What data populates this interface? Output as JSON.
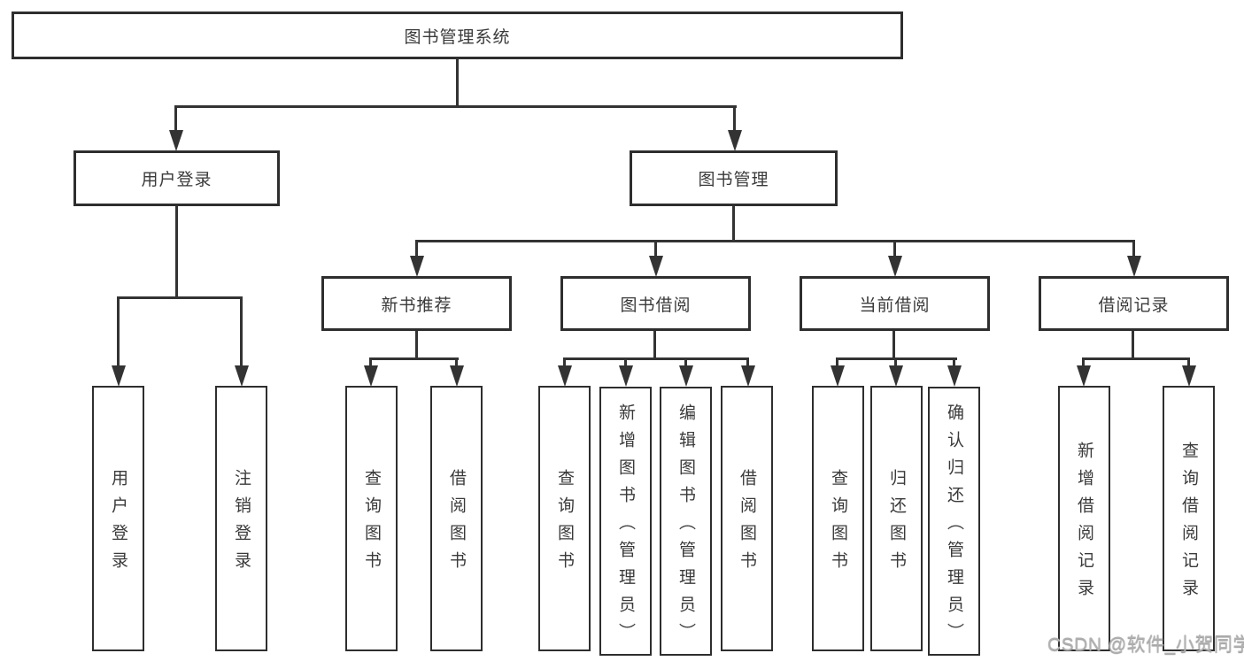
{
  "nodes": {
    "root": "图书管理系统",
    "login_module": "用户登录",
    "book_management": "图书管理",
    "new_book_recommend": "新书推荐",
    "book_borrow": "图书借阅",
    "current_borrow": "当前借阅",
    "borrow_record": "借阅记录",
    "leaf_user_login": "用户登录",
    "leaf_logout": "注销登录",
    "leaf_query_book_a": "查询图书",
    "leaf_borrow_book_a": "借阅图书",
    "leaf_query_book_b": "查询图书",
    "leaf_add_book_admin": "新增图书（管理员）",
    "leaf_edit_book_admin": "编辑图书（管理员）",
    "leaf_borrow_book_b": "借阅图书",
    "leaf_query_book_c": "查询图书",
    "leaf_return_book": "归还图书",
    "leaf_confirm_return_admin": "确认归还（管理员）",
    "leaf_add_borrow_record": "新增借阅记录",
    "leaf_query_borrow_record": "查询借阅记录"
  },
  "watermark": {
    "text": "CSDN @软件_小贺同学",
    "color": "#b2b2b2"
  },
  "colors": {
    "line": "#333333",
    "border": "#2e2e2e",
    "text": "#3a3a3a",
    "background": "#ffffff"
  }
}
